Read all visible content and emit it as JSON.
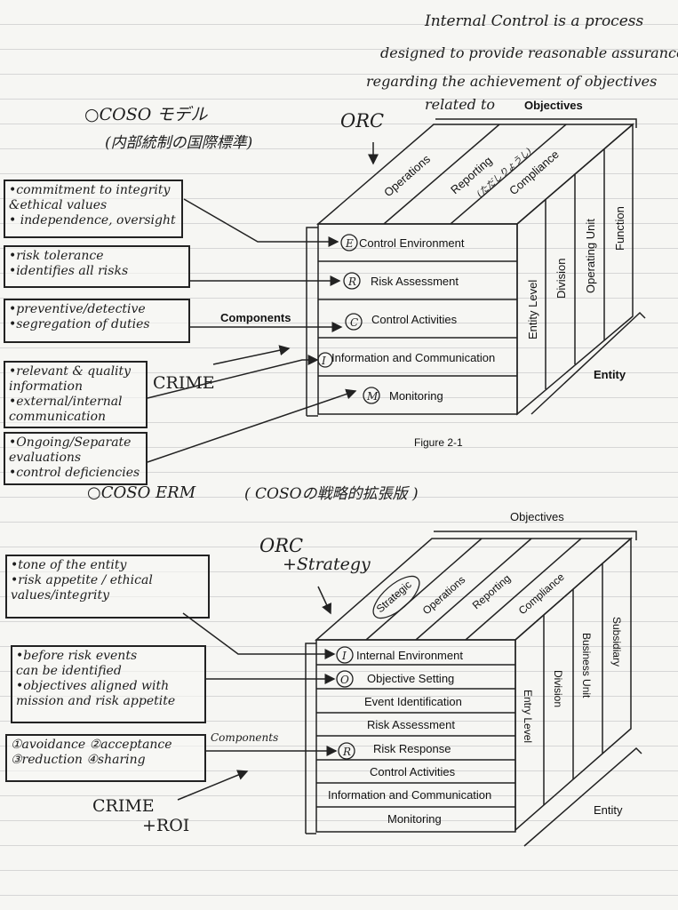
{
  "header_note": [
    "Internal Control is a process",
    "designed to provide reasonable assurance",
    "regarding the achievement of objectives",
    "related to"
  ],
  "coso": {
    "title": "○COSO モデル",
    "subtitle": "(内部統制の国際標準)",
    "orc": "ORC",
    "objectives_label": "Objectives",
    "objectives": [
      "Operations",
      "Reporting",
      "Compliance"
    ],
    "reporting_note": "(ただしりょうし)",
    "entity_levels": [
      "Entity Level",
      "Division",
      "Operating Unit",
      "Function"
    ],
    "entity_label": "Entity",
    "components_label": "Components",
    "components": [
      {
        "letter": "E",
        "label": "Control Environment"
      },
      {
        "letter": "R",
        "label": "Risk Assessment"
      },
      {
        "letter": "C",
        "label": "Control Activities"
      },
      {
        "letter": "I",
        "label": "Information and Communication"
      },
      {
        "letter": "M",
        "label": "Monitoring"
      }
    ],
    "figure_caption": "Figure 2-1",
    "crime": "CRIME",
    "notes": [
      [
        "•commitment to integrity",
        "&ethical values",
        "• independence, oversight"
      ],
      [
        "•risk tolerance",
        "•identifies all risks"
      ],
      [
        "•preventive/detective",
        "•segregation of duties"
      ],
      [
        "•relevant & quality",
        "information",
        "•external/internal",
        "communication"
      ],
      [
        "•Ongoing/Separate",
        "evaluations",
        "•control deficiencies"
      ]
    ]
  },
  "erm": {
    "title": "○COSO ERM",
    "subtitle": "( COSOの戦略的拡張版 )",
    "orc": "ORC",
    "orc_plus": "+Strategy",
    "objectives_label": "Objectives",
    "objectives": [
      "Strategic",
      "Operations",
      "Reporting",
      "Compliance"
    ],
    "entity_levels": [
      "Entry Level",
      "Division",
      "Business Unit",
      "Subsidiary"
    ],
    "entity_label": "Entity",
    "components_label": "Components",
    "components": [
      {
        "letter": "I",
        "label": "Internal Environment"
      },
      {
        "letter": "O",
        "label": "Objective Setting"
      },
      {
        "letter": "",
        "label": "Event Identification"
      },
      {
        "letter": "",
        "label": "Risk Assessment"
      },
      {
        "letter": "R",
        "label": "Risk Response"
      },
      {
        "letter": "",
        "label": "Control Activities"
      },
      {
        "letter": "",
        "label": "Information and Communication"
      },
      {
        "letter": "",
        "label": "Monitoring"
      }
    ],
    "crime": "CRIME",
    "roi": "+ROI",
    "notes": [
      [
        "•tone of the entity",
        "•risk appetite / ethical",
        "values/integrity"
      ],
      [
        "•before risk events",
        "can be identified",
        "•objectives aligned with",
        "mission and risk appetite"
      ],
      [
        "①avoidance ②acceptance",
        "③reduction ④sharing"
      ]
    ]
  }
}
